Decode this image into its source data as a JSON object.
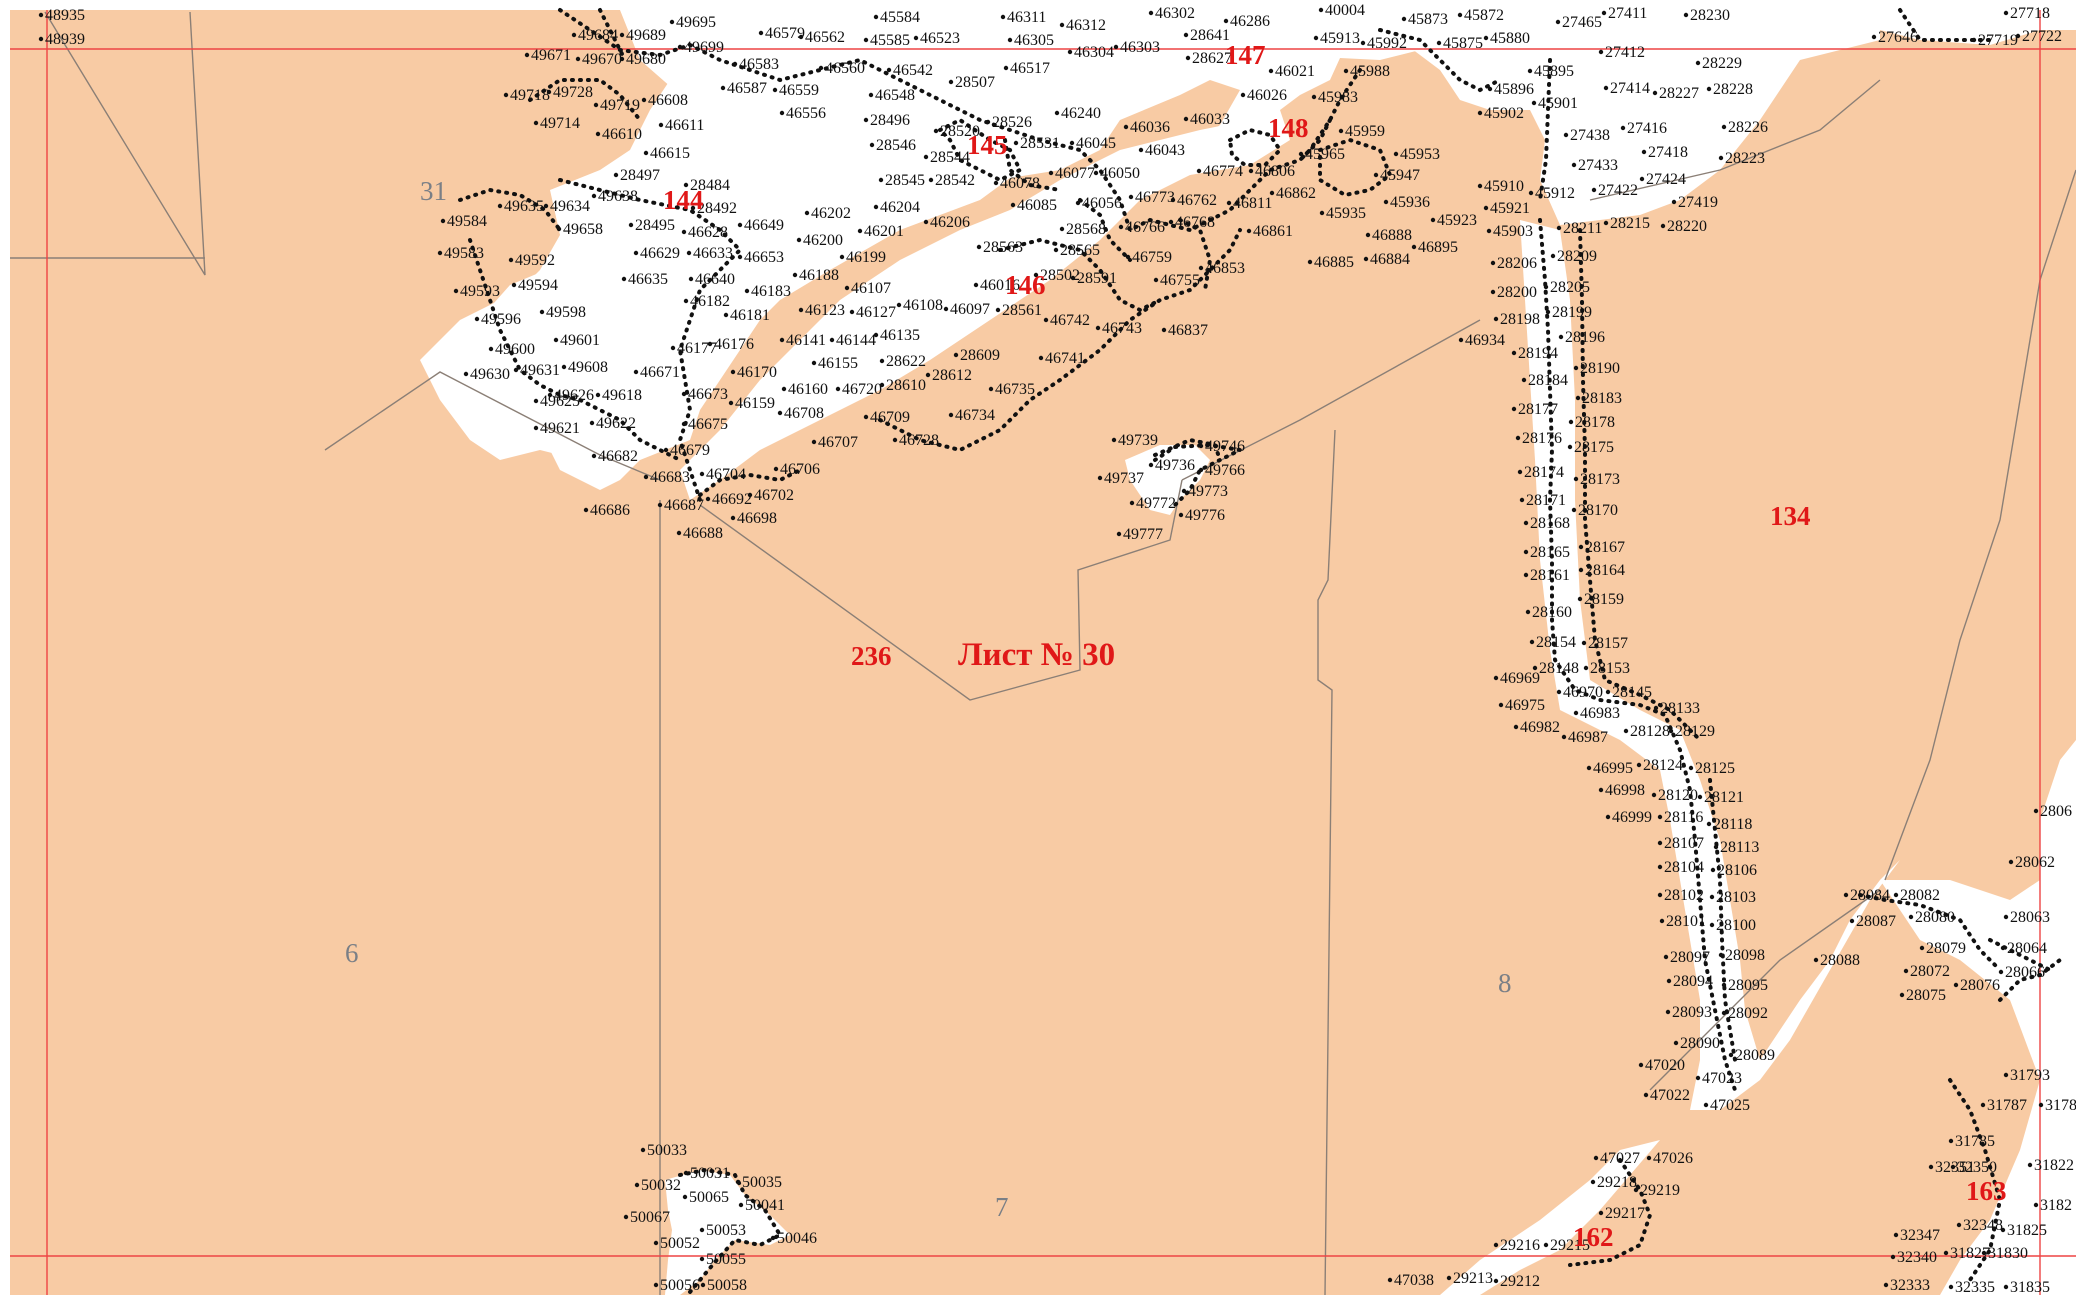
{
  "colors": {
    "land": "#f8cba4",
    "clearing": "#ffffff",
    "parcel_text": "#e01818",
    "quarter_text": "#7a7f86",
    "grid_line": "#ee4444"
  },
  "sheet_label": "Лист № 30",
  "parcels": [
    "144",
    "145",
    "146",
    "147",
    "148",
    "134",
    "236",
    "162",
    "163"
  ],
  "quarters": [
    "31",
    "6",
    "7",
    "8"
  ],
  "points": [
    "48935",
    "48939",
    "49695",
    "49684",
    "49689",
    "49680",
    "49699",
    "49671",
    "49670",
    "49728",
    "49718",
    "49719",
    "49714",
    "46579",
    "46562",
    "45584",
    "45585",
    "46523",
    "46311",
    "46312",
    "46305",
    "46302",
    "46286",
    "28641",
    "28627",
    "46304",
    "46303",
    "46583",
    "46587",
    "46560",
    "46542",
    "46517",
    "46559",
    "46548",
    "46556",
    "28507",
    "46608",
    "46611",
    "46610",
    "46615",
    "28526",
    "28496",
    "28520",
    "28531",
    "28546",
    "28542",
    "28545",
    "28544",
    "46078",
    "46077",
    "46050",
    "46045",
    "46043",
    "46240",
    "46036",
    "46033",
    "46026",
    "46021",
    "45988",
    "45983",
    "45992",
    "45913",
    "40004",
    "45873",
    "45872",
    "45875",
    "45880",
    "45895",
    "45896",
    "45901",
    "45902",
    "46774",
    "46806",
    "46773",
    "46762",
    "46811",
    "46862",
    "45959",
    "45965",
    "45953",
    "45947",
    "45936",
    "45923",
    "45910",
    "45921",
    "45912",
    "45903",
    "45935",
    "46885",
    "46884",
    "46895",
    "46888",
    "27465",
    "27411",
    "27412",
    "27414",
    "27438",
    "27416",
    "27418",
    "27433",
    "27424",
    "27422",
    "27419",
    "28215",
    "28220",
    "28211",
    "28230",
    "28229",
    "28228",
    "28227",
    "28226",
    "28223",
    "27646",
    "27718",
    "27722",
    "27719",
    "28497",
    "28484",
    "28492",
    "28495",
    "46649",
    "46628",
    "46629",
    "46633",
    "46653",
    "46635",
    "46640",
    "46202",
    "46204",
    "46206",
    "46200",
    "46201",
    "46199",
    "46188",
    "46183",
    "46182",
    "46181",
    "46107",
    "46108",
    "46097",
    "46123",
    "46127",
    "46135",
    "46141",
    "46144",
    "46155",
    "46170",
    "46176",
    "46177",
    "46160",
    "46159",
    "46671",
    "46673",
    "46675",
    "46679",
    "46682",
    "46683",
    "46687",
    "46686",
    "46688",
    "46704",
    "46706",
    "46702",
    "46698",
    "46692",
    "46708",
    "46707",
    "46709",
    "46720",
    "46728",
    "46734",
    "46735",
    "46741",
    "46742",
    "46743",
    "46837",
    "46766",
    "46768",
    "46759",
    "46755",
    "46853",
    "46861",
    "46085",
    "46056",
    "28563",
    "28565",
    "28568",
    "28591",
    "28561",
    "28609",
    "28610",
    "28612",
    "28622",
    "46016",
    "28502",
    "49584",
    "49583",
    "49592",
    "49593",
    "49594",
    "49596",
    "49598",
    "49600",
    "49601",
    "49608",
    "49630",
    "49631",
    "49618",
    "49625",
    "49626",
    "49621",
    "49622",
    "49634",
    "49635",
    "49638",
    "49658",
    "49739",
    "49746",
    "49736",
    "49766",
    "49737",
    "49773",
    "49772",
    "49776",
    "49777",
    "46934",
    "28206",
    "28209",
    "28205",
    "28200",
    "28199",
    "28198",
    "28196",
    "28194",
    "28190",
    "28184",
    "28183",
    "28177",
    "28178",
    "28176",
    "28175",
    "28174",
    "28173",
    "28171",
    "28170",
    "28168",
    "28167",
    "28165",
    "28164",
    "28161",
    "28160",
    "28159",
    "28157",
    "28154",
    "28153",
    "28148",
    "28145",
    "46969",
    "46970",
    "28133",
    "46975",
    "46983",
    "46982",
    "46987",
    "28128",
    "28129",
    "28125",
    "46995",
    "28124",
    "46998",
    "28120",
    "28121",
    "46999",
    "28116",
    "28118",
    "28107",
    "28113",
    "28104",
    "28106",
    "28102",
    "28103",
    "28101",
    "28100",
    "28097",
    "28098",
    "28094",
    "28095",
    "28093",
    "28092",
    "28090",
    "28089",
    "47020",
    "47023",
    "47022",
    "47025",
    "28084",
    "28082",
    "28087",
    "28080",
    "28088",
    "28079",
    "28072",
    "28075",
    "28076",
    "28064",
    "28066",
    "28063",
    "28062",
    "2806",
    "31793",
    "31787",
    "3178",
    "31785",
    "32351",
    "32350",
    "31822",
    "3182",
    "32347",
    "32348",
    "31825",
    "32340",
    "31827",
    "31830",
    "32333",
    "32335",
    "31835",
    "29218",
    "47027",
    "47026",
    "29219",
    "29217",
    "29216",
    "29215",
    "47038",
    "29213",
    "29212",
    "50033",
    "50031",
    "50035",
    "50032",
    "50065",
    "50041",
    "50067",
    "50053",
    "50046",
    "50052",
    "50055",
    "50056",
    "50058"
  ]
}
